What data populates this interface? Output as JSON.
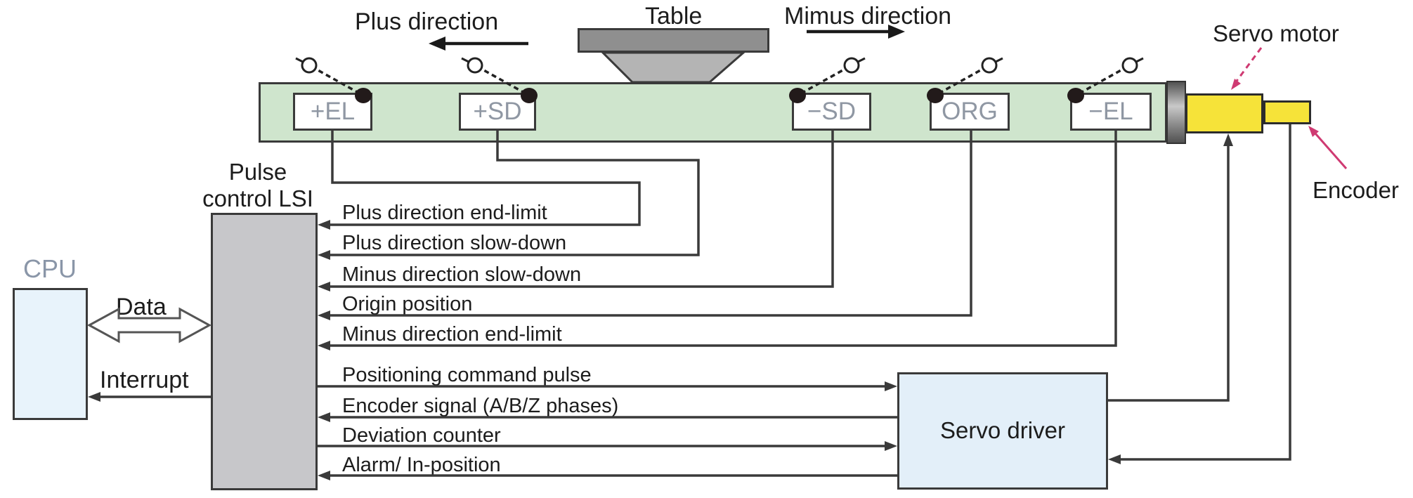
{
  "labels": {
    "plus_direction": "Plus direction",
    "table": "Table",
    "minus_direction": "Mimus direction",
    "servo_motor": "Servo motor",
    "encoder": "Encoder",
    "cpu": "CPU",
    "data_bus": "Data",
    "interrupt": "Interrupt",
    "servo_driver": "Servo driver"
  },
  "lsi": {
    "line1": "Pulse",
    "line2": "control LSI"
  },
  "switches": [
    {
      "id": "plus-el",
      "label": "+EL"
    },
    {
      "id": "plus-sd",
      "label": "+SD"
    },
    {
      "id": "minus-sd",
      "label": "−SD"
    },
    {
      "id": "org",
      "label": "ORG"
    },
    {
      "id": "minus-el",
      "label": "−EL"
    }
  ],
  "signals": {
    "limit_inputs": [
      "Plus direction end-limit",
      "Plus direction slow-down",
      "Minus direction slow-down",
      "Origin position",
      "Minus direction end-limit"
    ],
    "servo_interface": [
      "Positioning command pulse",
      "Encoder signal (A/B/Z phases)",
      "Deviation counter",
      "Alarm/ In-position"
    ]
  },
  "colors": {
    "rail_green": "#cfe5cd",
    "motor_yellow": "#f6e339",
    "box_blue": "#e8f3fb",
    "servo_blue": "#e3eff9",
    "lsi_gray": "#c7c7ca",
    "table_gray": "#8f8f8f",
    "pedestal_gray": "#b4b4b4",
    "wire_dark": "#3a3a3a",
    "annotation_pink": "#cf3a72",
    "switch_label_gray": "#8f97a3",
    "cpu_label_gray": "#8a96a8"
  }
}
